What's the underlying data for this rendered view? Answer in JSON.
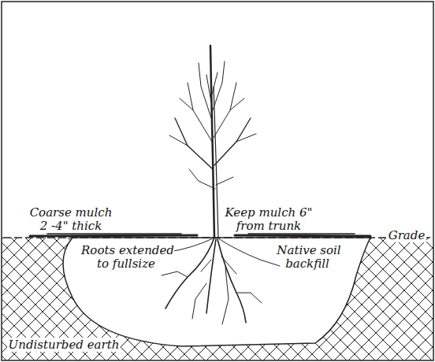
{
  "diagram": {
    "labels": [
      "Coarse mulch 2 -4\" thick",
      "Keep mulch 6\" from trunk",
      "Grade",
      "Roots extended to fullsize",
      "Native soil backfill",
      "Undisturbed earth"
    ]
  }
}
